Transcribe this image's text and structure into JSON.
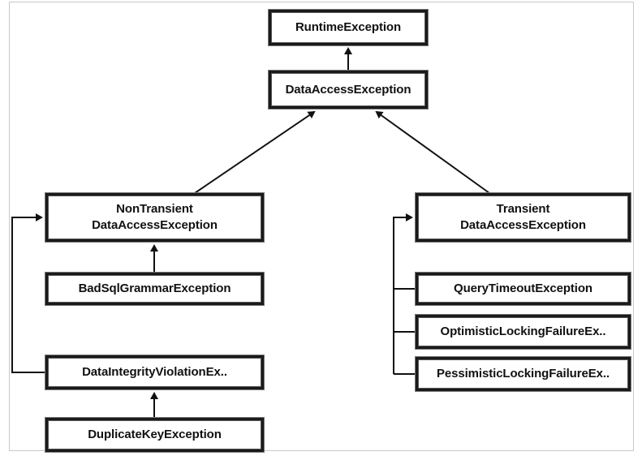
{
  "nodes": {
    "runtime_exception": "RuntimeException",
    "data_access_exception": "DataAccessException",
    "non_transient": "NonTransient\nDataAccessException",
    "transient": "Transient\nDataAccessException",
    "bad_sql_grammar": "BadSqlGrammarException",
    "data_integrity_violation": "DataIntegrityViolationEx..",
    "duplicate_key": "DuplicateKeyException",
    "query_timeout": "QueryTimeoutException",
    "optimistic_locking": "OptimisticLockingFailureEx..",
    "pessimistic_locking": "PessimisticLockingFailureEx.."
  },
  "edges": [
    {
      "from": "data_access_exception",
      "to": "runtime_exception"
    },
    {
      "from": "non_transient",
      "to": "data_access_exception"
    },
    {
      "from": "transient",
      "to": "data_access_exception"
    },
    {
      "from": "bad_sql_grammar",
      "to": "non_transient"
    },
    {
      "from": "data_integrity_violation",
      "to": "non_transient"
    },
    {
      "from": "duplicate_key",
      "to": "data_integrity_violation"
    },
    {
      "from": "query_timeout",
      "to": "transient"
    },
    {
      "from": "optimistic_locking",
      "to": "transient"
    },
    {
      "from": "pessimistic_locking",
      "to": "transient"
    }
  ],
  "colors": {
    "line": "#111111",
    "frame": "#c9c9c9",
    "background": "#ffffff"
  }
}
